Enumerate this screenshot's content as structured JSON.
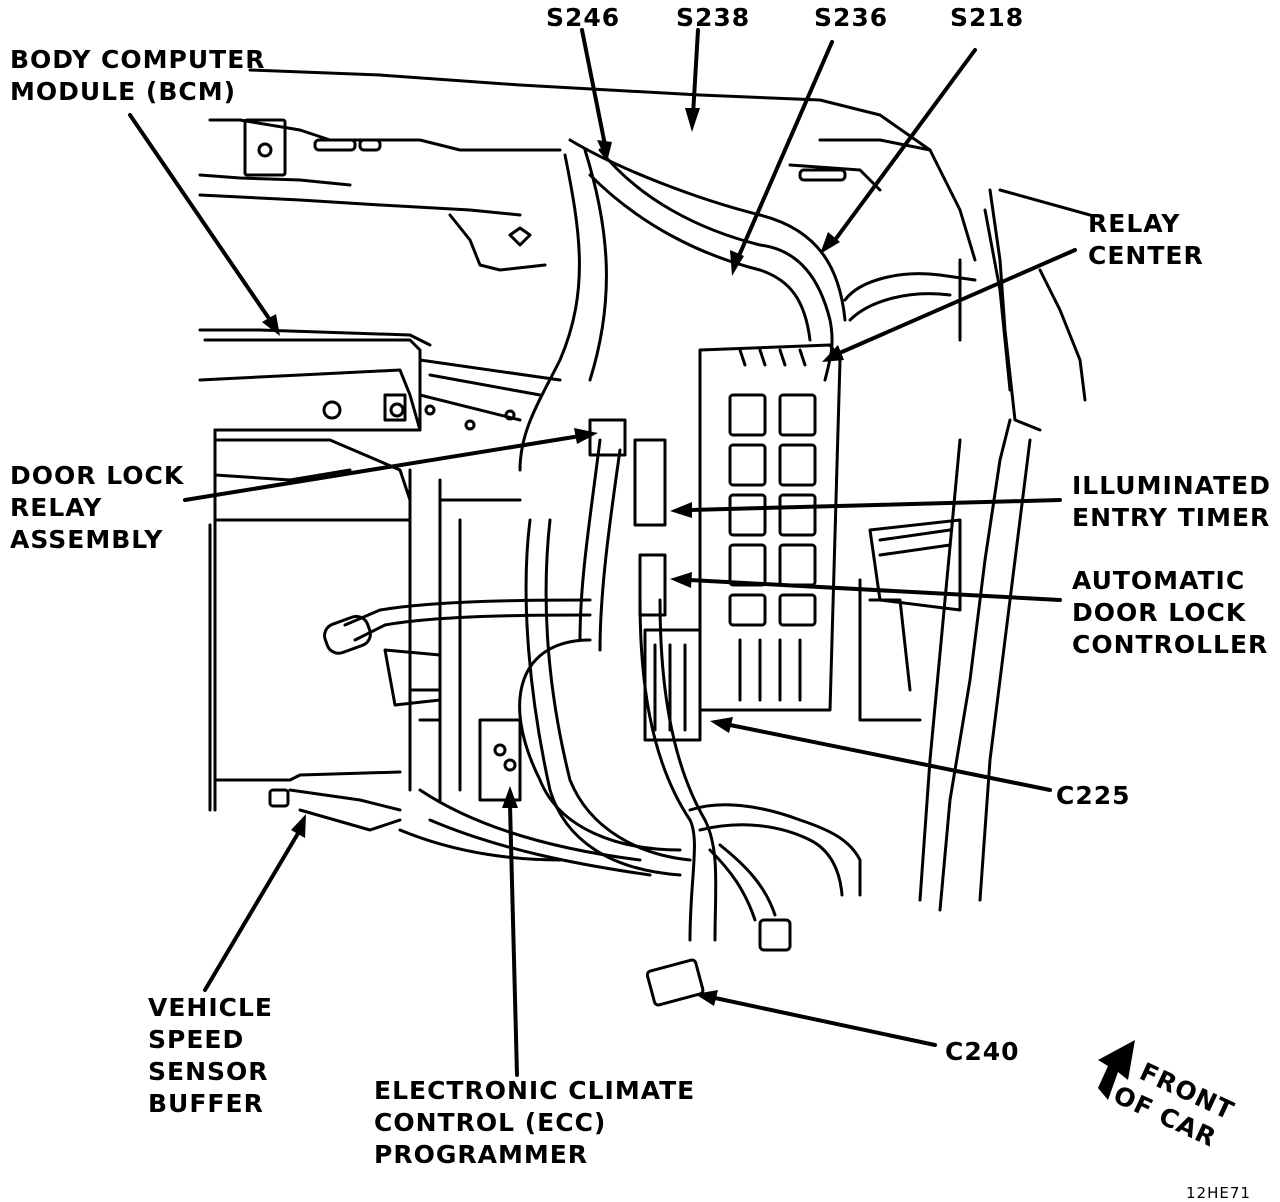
{
  "labels": {
    "s246": "S246",
    "s238": "S238",
    "s236": "S236",
    "s218": "S218",
    "bcm": [
      "BODY COMPUTER",
      "MODULE (BCM)"
    ],
    "relay_center": [
      "RELAY",
      "CENTER"
    ],
    "door_lock_relay": [
      "DOOR LOCK",
      "RELAY",
      "ASSEMBLY"
    ],
    "illuminated_entry_timer": [
      "ILLUMINATED",
      "ENTRY TIMER"
    ],
    "automatic_door_lock_controller": [
      "AUTOMATIC",
      "DOOR LOCK",
      "CONTROLLER"
    ],
    "c225": "C225",
    "vehicle_speed_sensor_buffer": [
      "VEHICLE",
      "SPEED",
      "SENSOR",
      "BUFFER"
    ],
    "ecc_programmer": [
      "ELECTRONIC CLIMATE",
      "CONTROL (ECC)",
      "PROGRAMMER"
    ],
    "c240": "C240",
    "front_of_car": [
      "FRONT",
      "OF CAR"
    ],
    "figure_code": "12HE71"
  },
  "colors": {
    "ink": "#000000",
    "paper": "#ffffff"
  }
}
